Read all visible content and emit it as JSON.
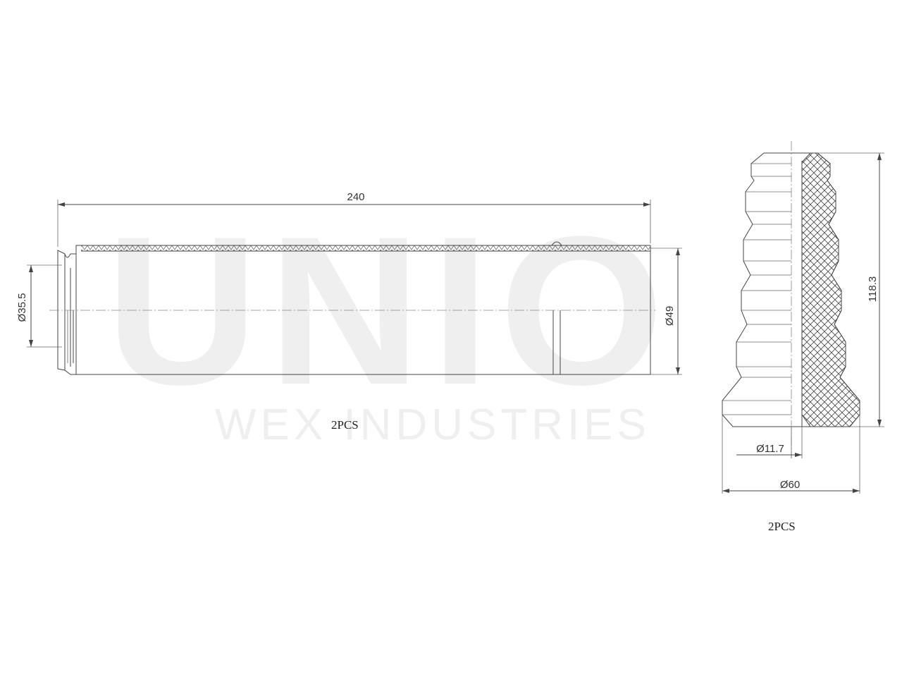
{
  "watermark": {
    "logo": "UNIO",
    "subtitle": "WEX INDUSTRIES"
  },
  "left_part": {
    "dim_length": "240",
    "dim_inner_diameter": "Ø35.5",
    "dim_outer_diameter": "Ø49",
    "quantity": "2PCS"
  },
  "right_part": {
    "dim_height": "118.3",
    "dim_bore": "Ø11.7",
    "dim_base": "Ø60",
    "quantity": "2PCS"
  }
}
